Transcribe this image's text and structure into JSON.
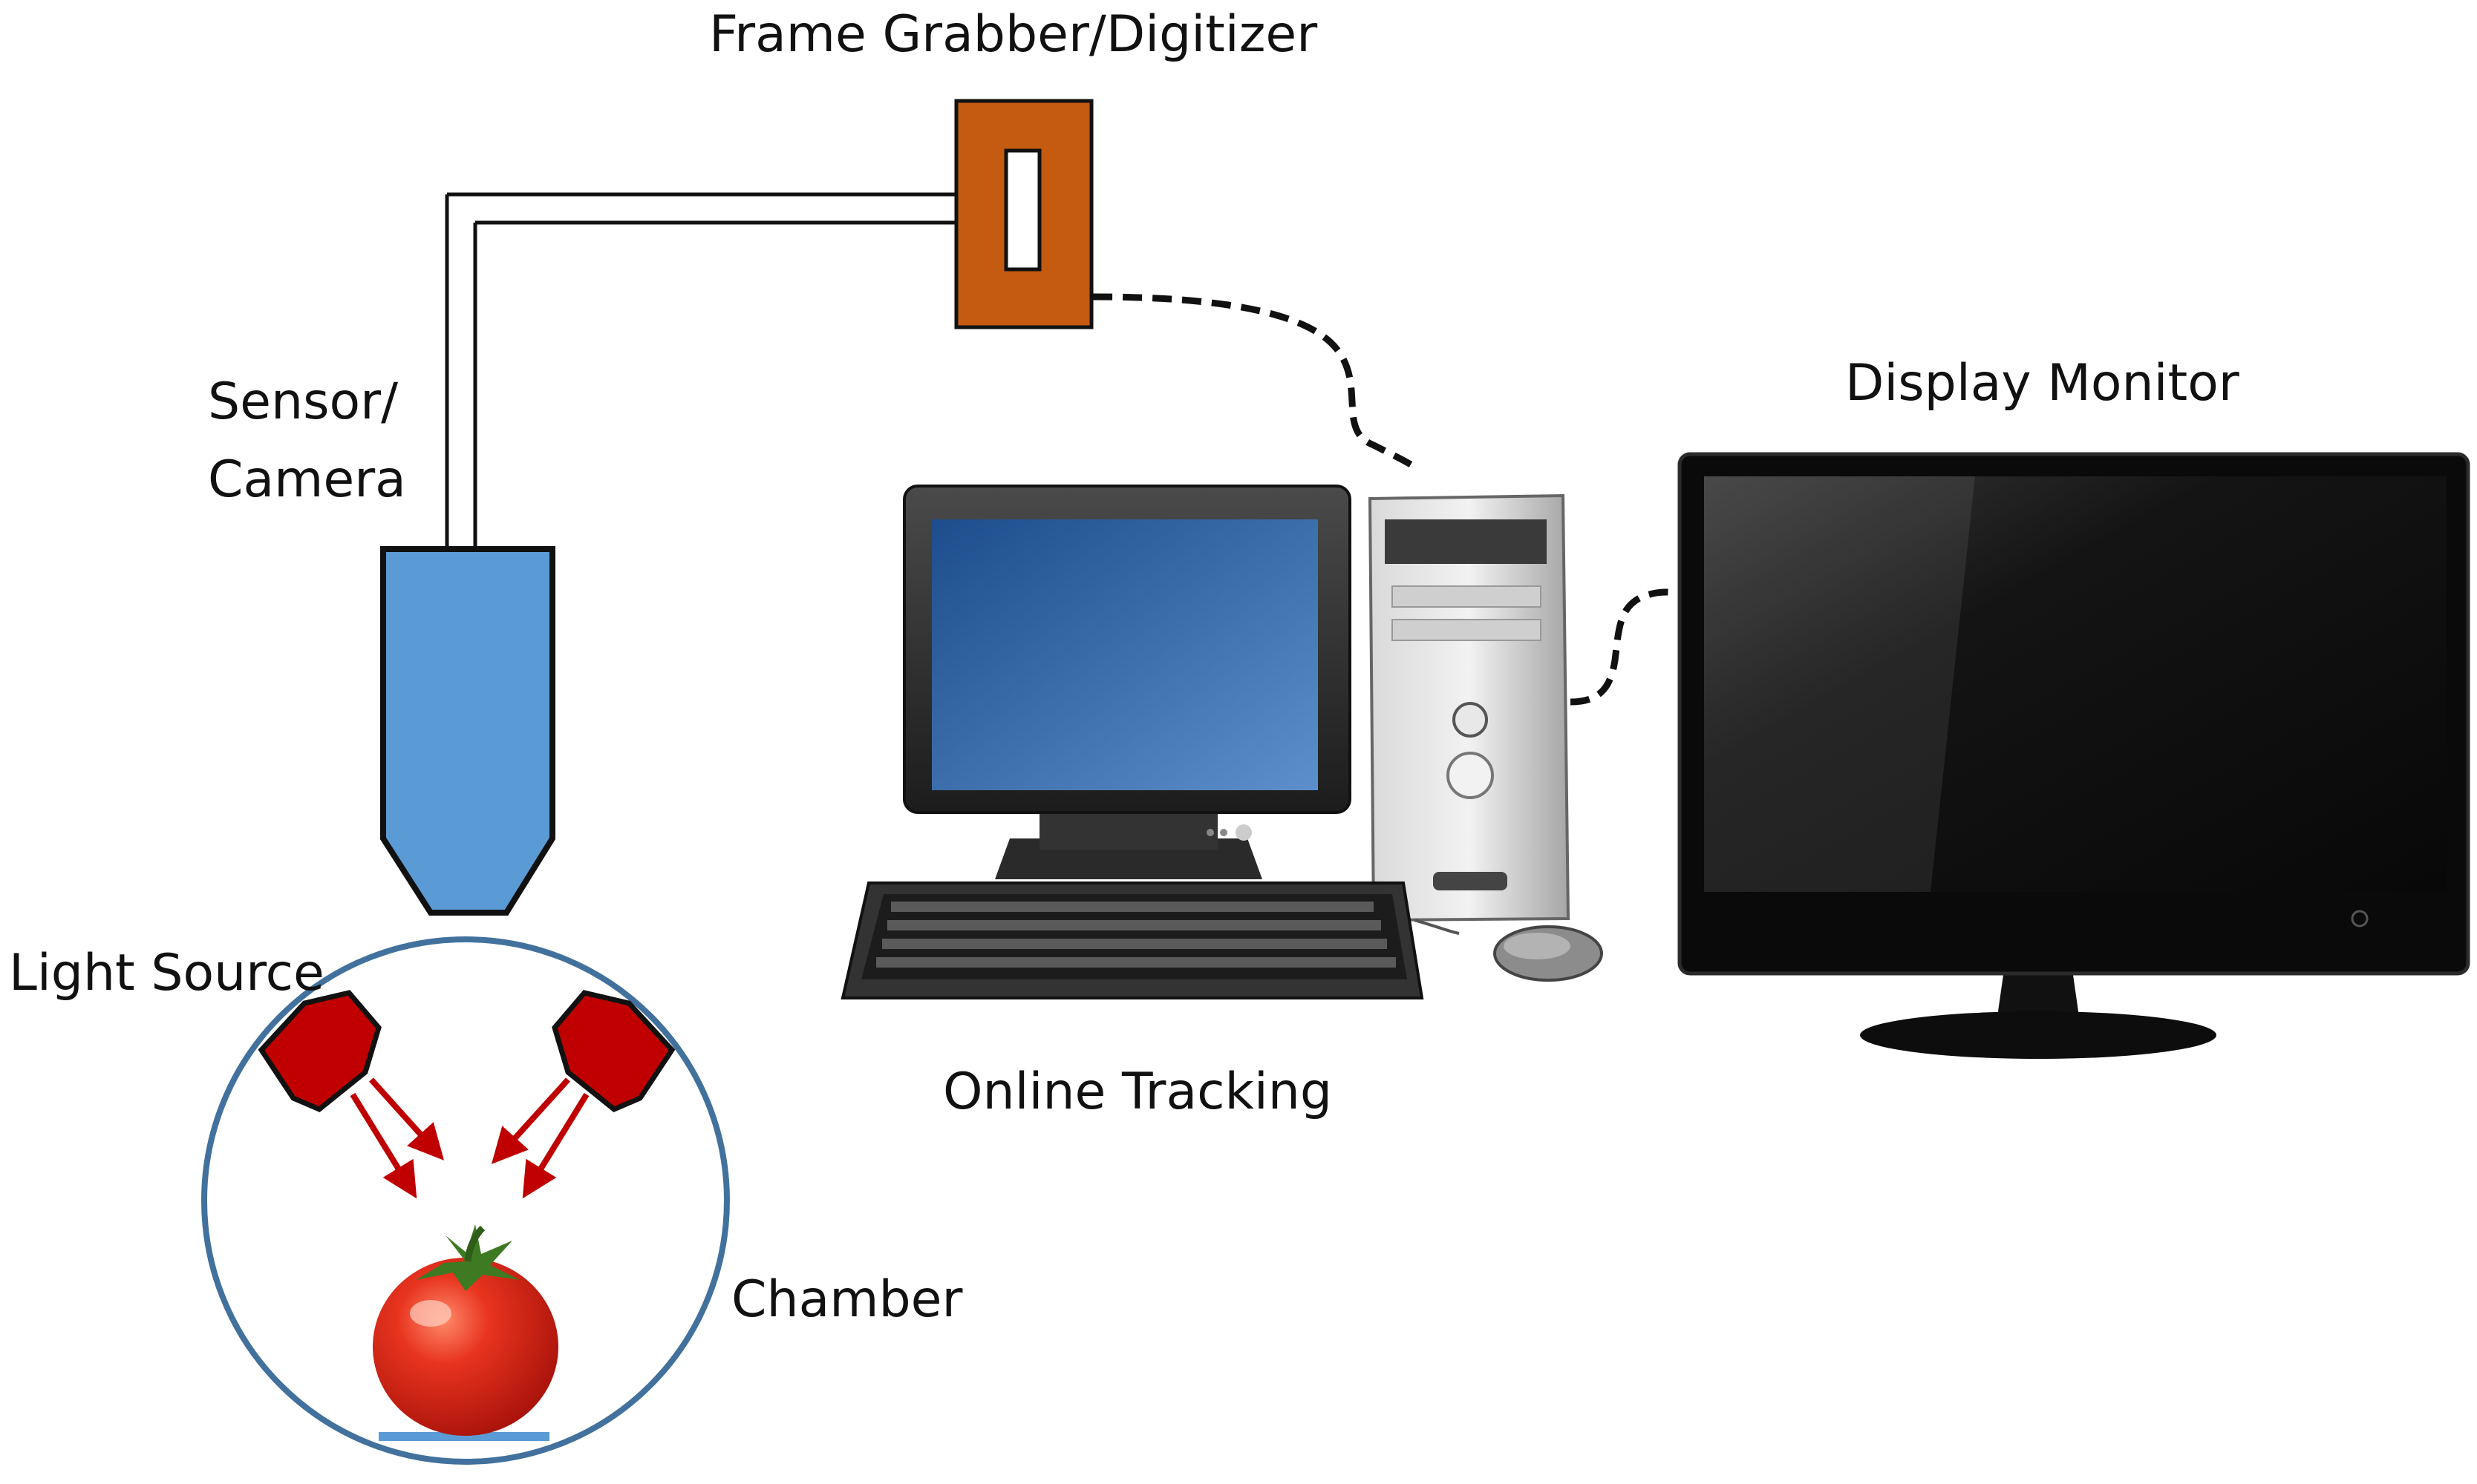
{
  "labels": {
    "frame_grabber": "Frame Grabber/Digitizer",
    "sensor_line1": "Sensor/",
    "sensor_line2": "Camera",
    "light_source": "Light Source",
    "chamber": "Chamber",
    "online_tracking": "Online Tracking",
    "display_monitor": "Display Monitor"
  },
  "colors": {
    "frame_grabber_fill": "#c55a11",
    "camera_fill": "#5b9bd5",
    "chamber_outline": "#41719c",
    "light_source_fill": "#c00000",
    "arrow": "#c00000",
    "tomato": "#d42a1c",
    "cable": "#111111"
  },
  "icons": {
    "frame_grabber": "frame-grabber-icon",
    "camera": "camera-icon",
    "light_source": "light-source-icon",
    "tomato": "tomato-icon",
    "crt_monitor": "crt-monitor-icon",
    "pc_tower": "pc-tower-icon",
    "keyboard": "keyboard-icon",
    "mouse": "mouse-icon",
    "display_monitor": "lcd-monitor-icon"
  }
}
